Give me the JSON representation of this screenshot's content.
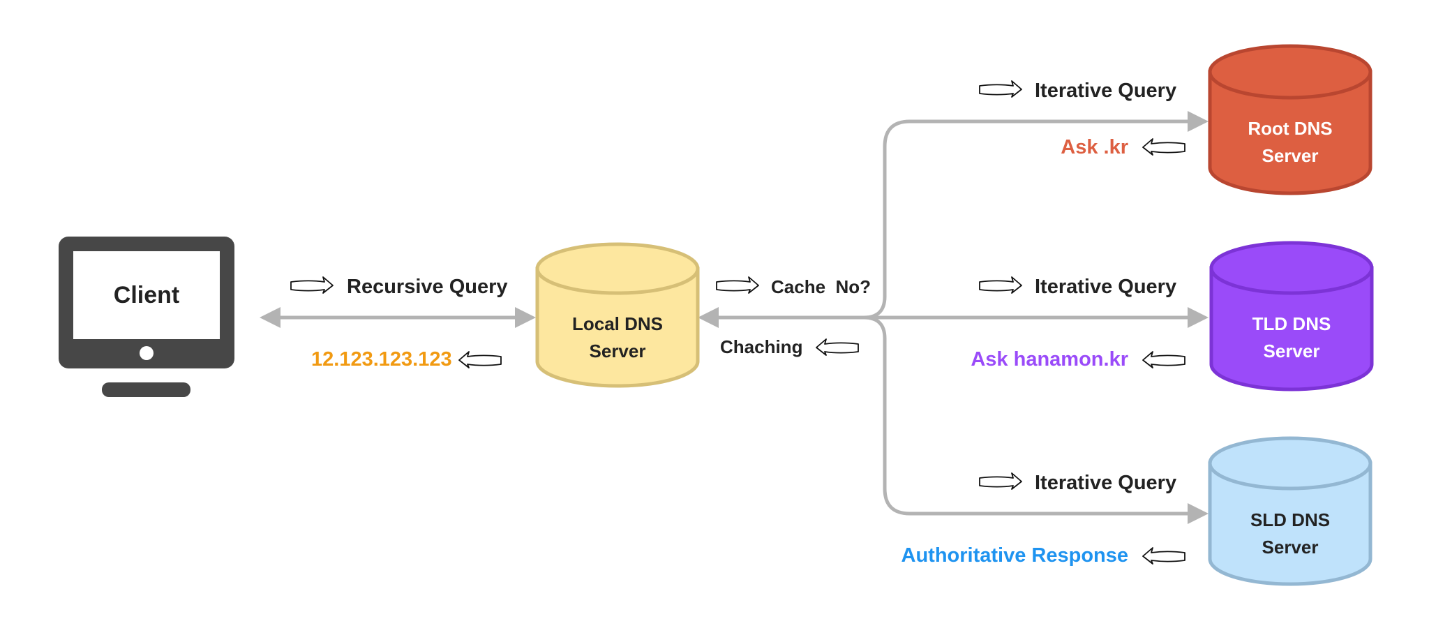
{
  "client": {
    "label": "Client",
    "icon": "monitor-icon"
  },
  "local_dns": {
    "line1": "Local DNS",
    "line2": "Server",
    "color": "#fde79f",
    "stroke": "#d6bf76"
  },
  "root_dns": {
    "line1": "Root DNS",
    "line2": "Server",
    "color": "#dd5f41",
    "stroke": "#b94630"
  },
  "tld_dns": {
    "line1": "TLD DNS",
    "line2": "Server",
    "color": "#9a4bf9",
    "stroke": "#7c33d6"
  },
  "sld_dns": {
    "line1": "SLD DNS",
    "line2": "Server",
    "color": "#bfe2fb",
    "stroke": "#93b7d2"
  },
  "client_link": {
    "query_label": "Recursive Query",
    "response_label": "12.123.123.123",
    "response_color": "#f19a12"
  },
  "local_link": {
    "cache_label": "Cache  No?",
    "caching_label": "Chaching"
  },
  "root_link": {
    "query_label": "Iterative Query",
    "response_label": "Ask .kr",
    "response_color": "#dd5f41"
  },
  "tld_link": {
    "query_label": "Iterative Query",
    "response_label": "Ask hanamon.kr",
    "response_color": "#9a4bf9"
  },
  "sld_link": {
    "query_label": "Iterative Query",
    "response_label": "Authoritative Response",
    "response_color": "#1e93f0"
  },
  "connector_color": "#b3b3b3"
}
